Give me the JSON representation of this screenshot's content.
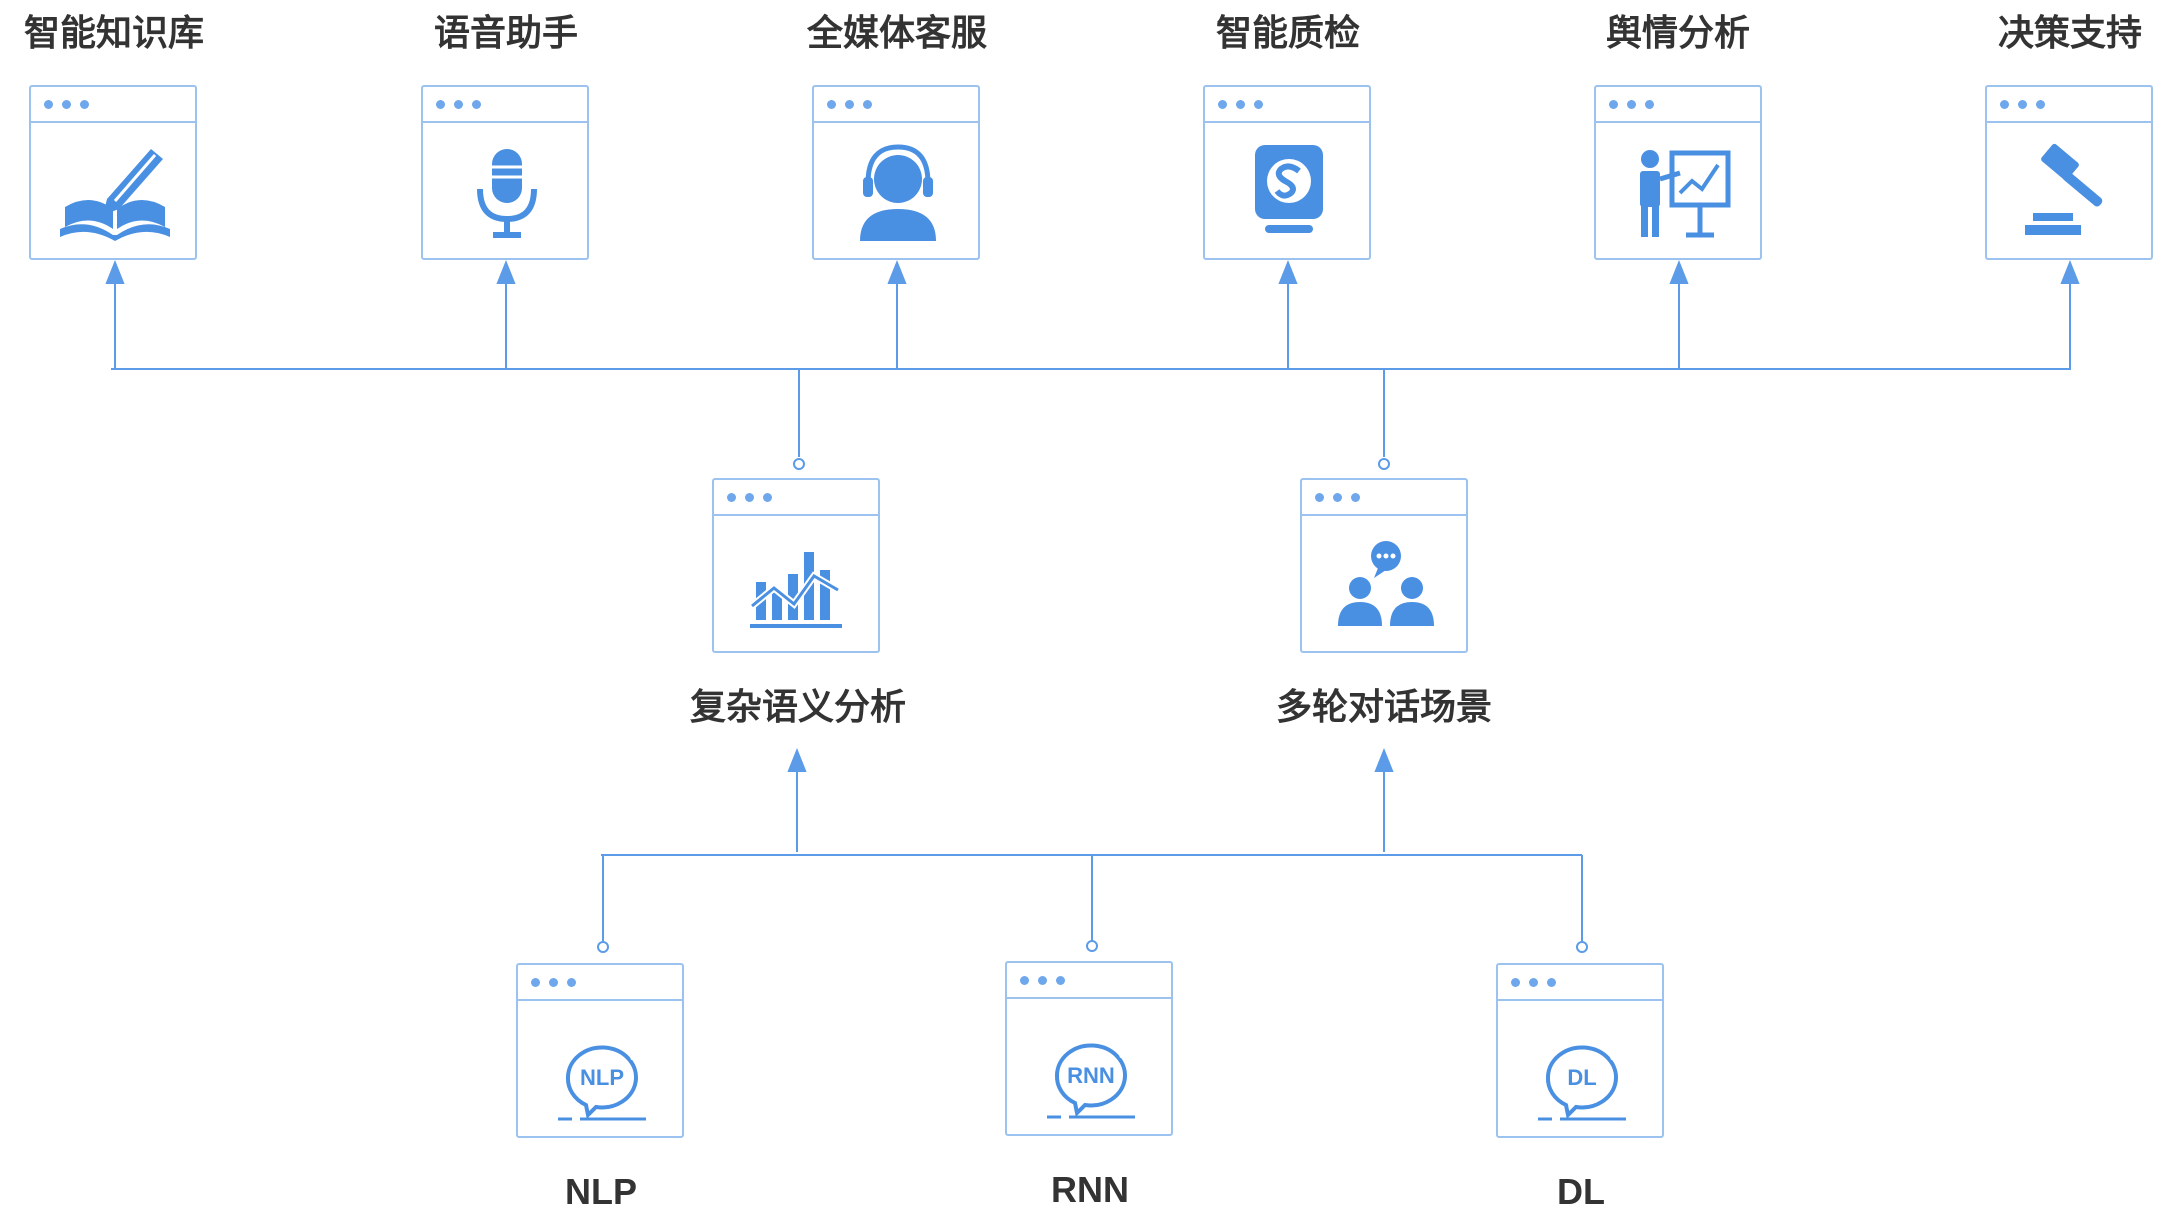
{
  "colors": {
    "accent": "#4a90e2",
    "connector": "#5b9be8",
    "card_border": "#9cc3ef",
    "label_text": "#333333"
  },
  "applications": [
    {
      "label": "智能知识库",
      "icon": "book-pen-icon"
    },
    {
      "label": "语音助手",
      "icon": "microphone-icon"
    },
    {
      "label": "全媒体客服",
      "icon": "headset-agent-icon"
    },
    {
      "label": "智能质检",
      "icon": "quality-shield-icon"
    },
    {
      "label": "舆情分析",
      "icon": "presenter-chart-icon"
    },
    {
      "label": "决策支持",
      "icon": "gavel-icon"
    }
  ],
  "capabilities": [
    {
      "label": "复杂语义分析",
      "icon": "bar-line-chart-icon"
    },
    {
      "label": "多轮对话场景",
      "icon": "people-chat-icon"
    }
  ],
  "technologies": [
    {
      "label": "NLP",
      "icon": "nlp-badge-icon",
      "badge": "NLP"
    },
    {
      "label": "RNN",
      "icon": "rnn-badge-icon",
      "badge": "RNN"
    },
    {
      "label": "DL",
      "icon": "dl-badge-icon",
      "badge": "DL"
    }
  ]
}
